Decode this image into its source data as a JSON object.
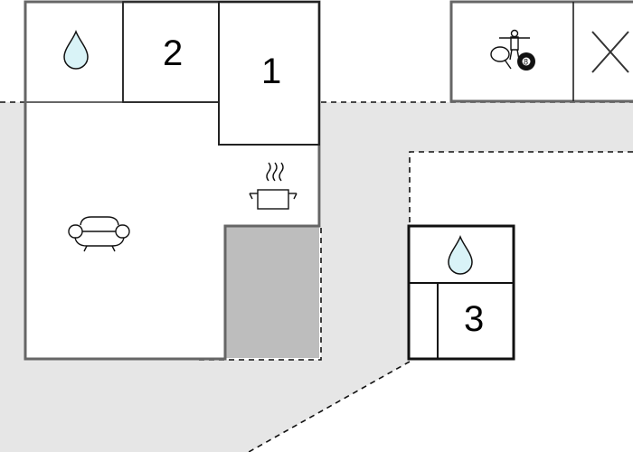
{
  "floor_plan": {
    "rooms": [
      {
        "id": "bathroom-main",
        "icon": "water-drop-icon"
      },
      {
        "id": "bedroom-2",
        "number": "2"
      },
      {
        "id": "bedroom-1",
        "number": "1"
      },
      {
        "id": "kitchen",
        "icon": "cooking-pot-icon"
      },
      {
        "id": "living-room",
        "icon": "sofa-icon"
      },
      {
        "id": "games-room",
        "icon": "table-tennis-billiards-icon"
      },
      {
        "id": "unused-room",
        "icon": "cross-icon"
      },
      {
        "id": "bathroom-annex",
        "icon": "water-drop-icon"
      },
      {
        "id": "bedroom-3",
        "number": "3"
      }
    ]
  },
  "colors": {
    "terrace": "#e6e6e6",
    "hatched_area": "#bdbdbd",
    "wall": "#666666",
    "annex_wall": "#111111",
    "water_drop": "#d9f3f7"
  },
  "billiard_ball_number": "8"
}
